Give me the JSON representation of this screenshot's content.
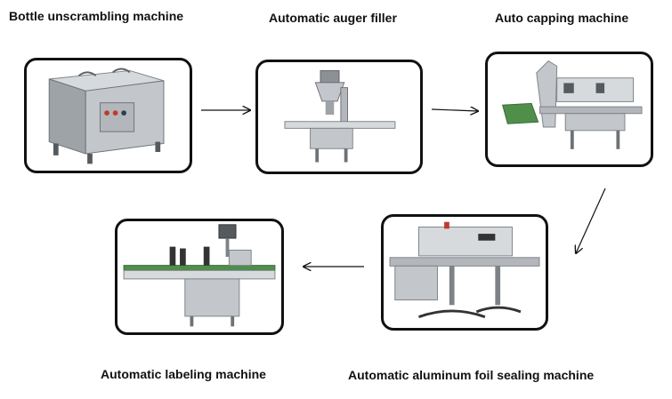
{
  "steps": [
    {
      "id": "unscrambler",
      "label": "Bottle unscrambling machine",
      "icon": "bottle-unscrambling-machine-image"
    },
    {
      "id": "auger",
      "label": "Automatic auger filler",
      "icon": "auger-filler-image"
    },
    {
      "id": "capper",
      "label": "Auto capping machine",
      "icon": "capping-machine-image"
    },
    {
      "id": "sealer",
      "label": "Automatic aluminum foil sealing machine",
      "icon": "foil-sealing-machine-image"
    },
    {
      "id": "labeler",
      "label": "Automatic labeling machine",
      "icon": "labeling-machine-image"
    }
  ],
  "colors": {
    "border": "#111111",
    "arrow": "#111111",
    "steel": "#b8bcc0",
    "steel_dark": "#7d8287",
    "conveyor_green": "#4f8f4a"
  }
}
